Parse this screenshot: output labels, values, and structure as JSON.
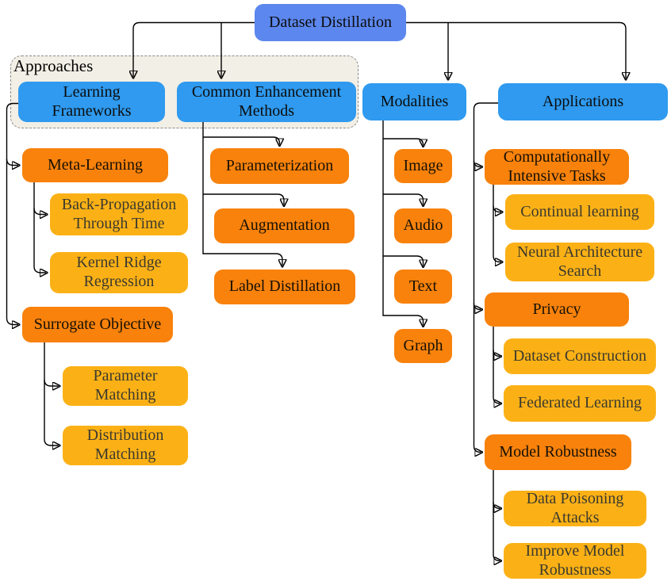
{
  "root": {
    "label": "Dataset Distillation"
  },
  "groups": {
    "approaches": {
      "label": "Approaches",
      "contains": [
        "Learning Frameworks",
        "Common Enhancement Methods"
      ]
    }
  },
  "nodes": {
    "learning_frameworks": "Learning Frameworks",
    "common_enhancement_methods": "Common Enhancement Methods",
    "modalities": "Modalities",
    "applications": "Applications",
    "meta_learning": "Meta-Learning",
    "back_propagation_through_time": "Back-Propagation Through Time",
    "kernel_ridge_regression": "Kernel Ridge Regression",
    "surrogate_objective": "Surrogate Objective",
    "parameter_matching": "Parameter Matching",
    "distribution_matching": "Distribution Matching",
    "parameterization": "Parameterization",
    "augmentation": "Augmentation",
    "label_distillation": "Label Distillation",
    "image": "Image",
    "audio": "Audio",
    "text": "Text",
    "graph": "Graph",
    "computationally_intensive_tasks": "Computationally Intensive Tasks",
    "continual_learning": "Continual learning",
    "neural_architecture_search": "Neural Architecture Search",
    "privacy": "Privacy",
    "dataset_construction": "Dataset Construction",
    "federated_learning": "Federated Learning",
    "model_robustness": "Model Robustness",
    "data_poisoning_attacks": "Data Poisoning Attacks",
    "improve_model_robustness": "Improve Model Robustness"
  },
  "structure": {
    "Dataset Distillation": [
      "Learning Frameworks",
      "Common Enhancement Methods",
      "Modalities",
      "Applications"
    ],
    "Learning Frameworks": [
      "Meta-Learning",
      "Surrogate Objective"
    ],
    "Meta-Learning": [
      "Back-Propagation Through Time",
      "Kernel Ridge Regression"
    ],
    "Surrogate Objective": [
      "Parameter Matching",
      "Distribution Matching"
    ],
    "Common Enhancement Methods": [
      "Parameterization",
      "Augmentation",
      "Label Distillation"
    ],
    "Modalities": [
      "Image",
      "Audio",
      "Text",
      "Graph"
    ],
    "Applications": [
      "Computationally Intensive Tasks",
      "Privacy",
      "Model Robustness"
    ],
    "Computationally Intensive Tasks": [
      "Continual learning",
      "Neural Architecture Search"
    ],
    "Privacy": [
      "Dataset Construction",
      "Federated Learning"
    ],
    "Model Robustness": [
      "Data Poisoning Attacks",
      "Improve Model Robustness"
    ]
  },
  "colors": {
    "root_blue": "#5c87ee",
    "branch_blue": "#2f9aef",
    "category_orange": "#f8820c",
    "leaf_amber": "#fbb116",
    "approaches_background": "#f2efe6",
    "connector": "#000000"
  }
}
